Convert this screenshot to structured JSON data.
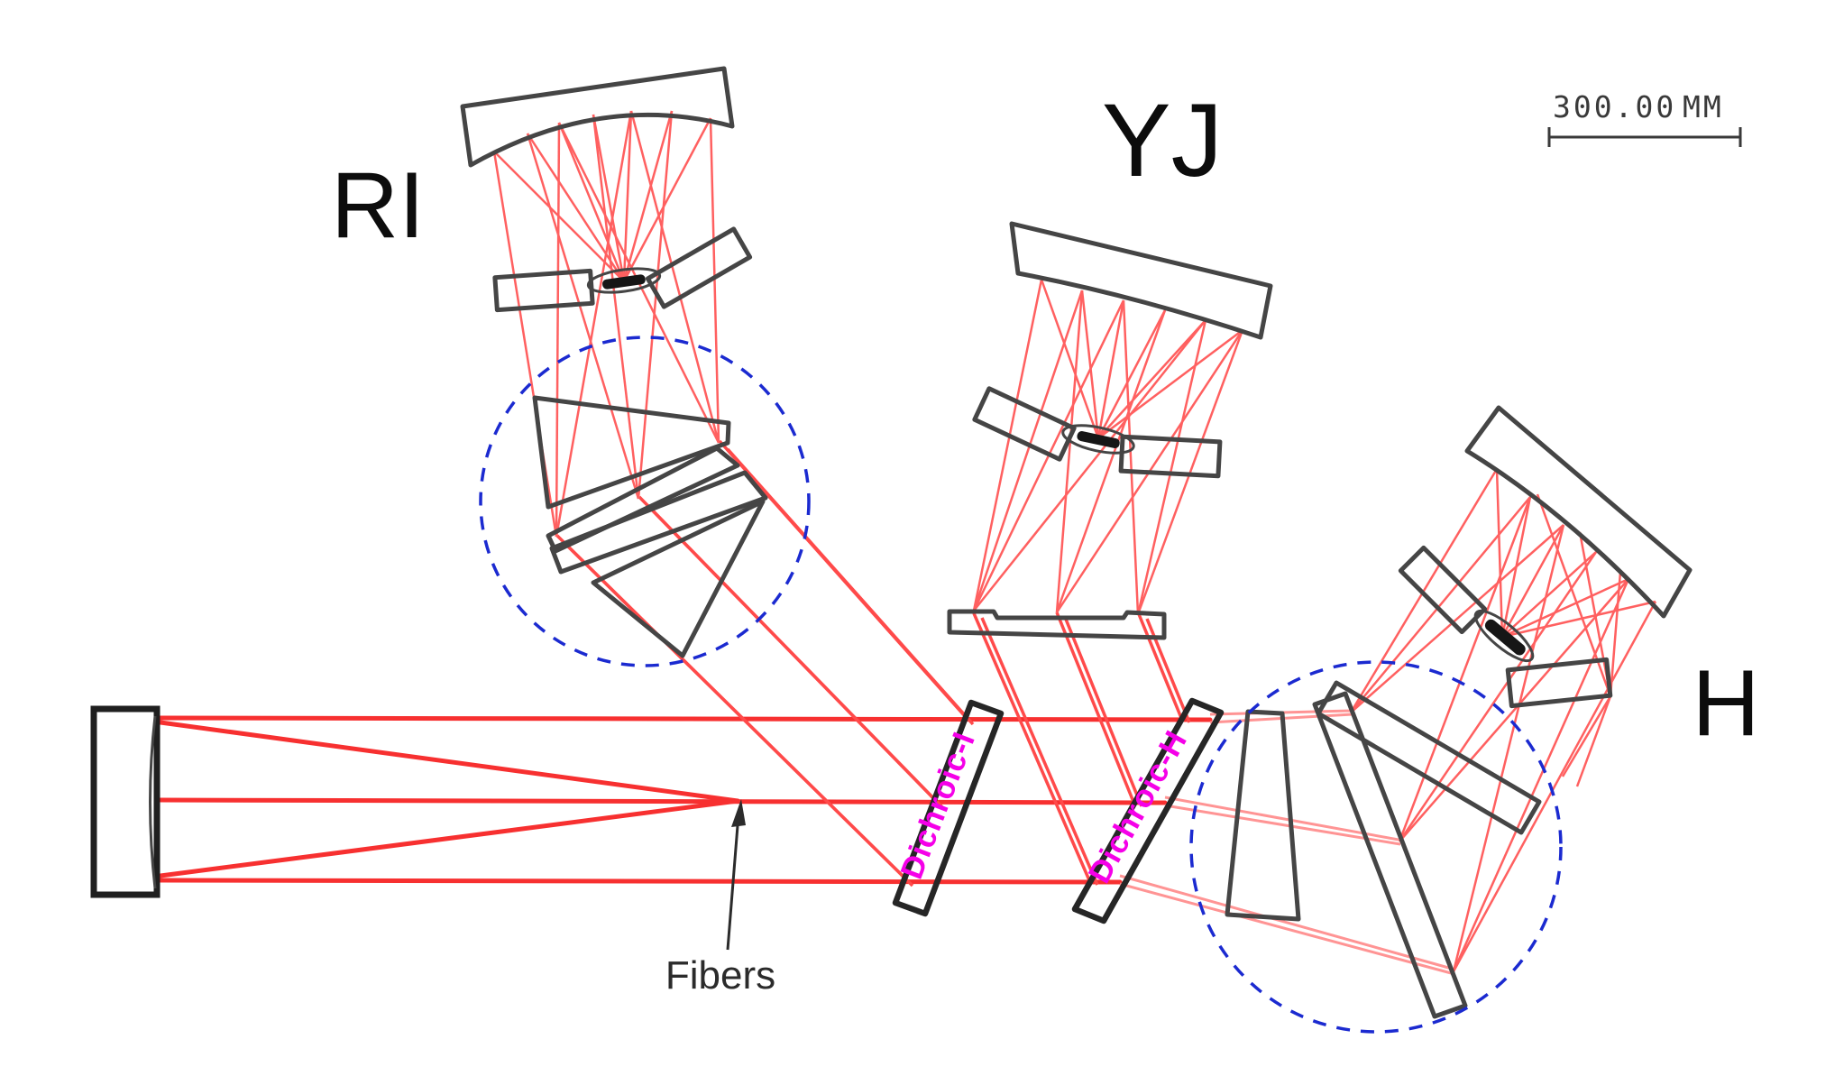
{
  "diagram": {
    "channels": [
      {
        "id": "ri",
        "label": "RI"
      },
      {
        "id": "yj",
        "label": "YJ"
      },
      {
        "id": "h",
        "label": "H"
      }
    ],
    "dichroics": [
      {
        "id": "dichroic-i",
        "label": "Dichroic-I"
      },
      {
        "id": "dichroic-h",
        "label": "Dichroic-H"
      }
    ],
    "fibers_label": "Fibers",
    "scale_bar": {
      "value": "300.00",
      "unit": "MM"
    },
    "colors": {
      "ray": "#f73030",
      "ray_reflected": "#ff4a4a",
      "ray_camera": "#ff6060",
      "ray_transmitted": "#ff9494",
      "element_outline": "#454545",
      "dichroic_outline": "#262626",
      "input_outline": "#1f1f1f",
      "detector_fill": "#161616",
      "annotation_circle": "#1b2ad0",
      "dichroic_text": "#f500e8",
      "channel_text": "#0c0c0c",
      "annotation_text": "#2b2b2b",
      "scale_text": "#3a3a3a"
    }
  }
}
